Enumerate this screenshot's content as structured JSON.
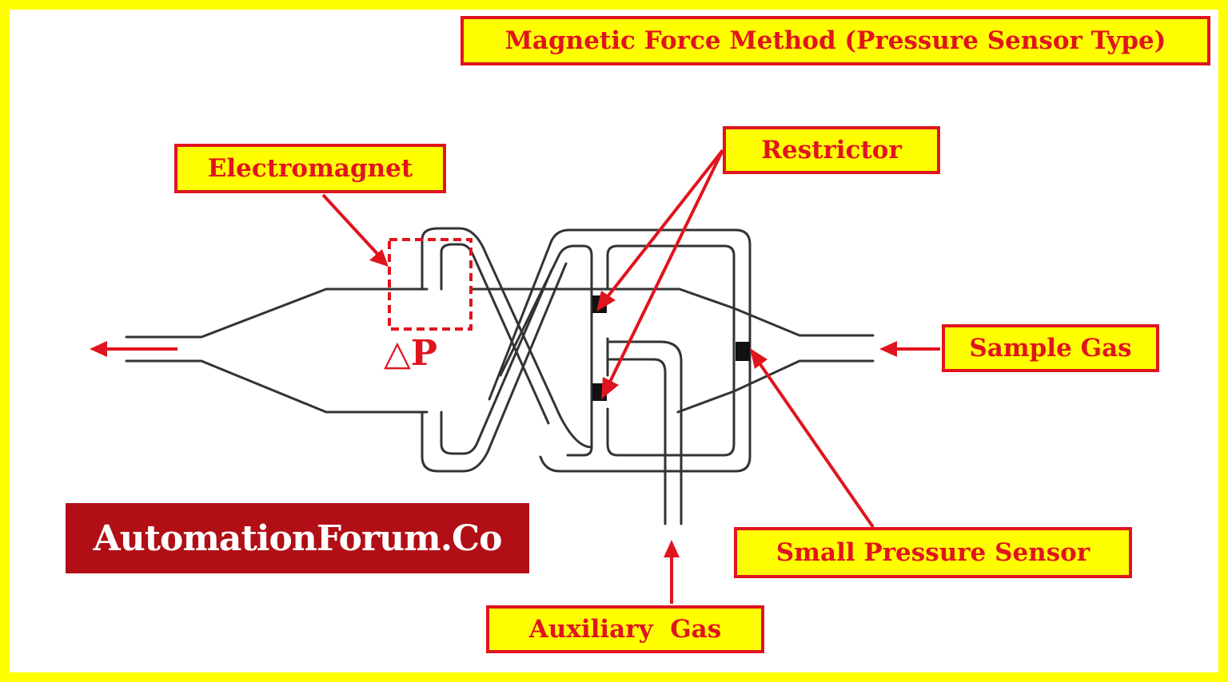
{
  "title": "Magnetic Force Method (Pressure Sensor Type)",
  "labels": {
    "electromagnet": "Electromagnet",
    "restrictor": "Restrictor",
    "sample_gas": "Sample Gas",
    "small_pressure_sensor": "Small Pressure Sensor",
    "auxiliary_gas": "Auxiliary  Gas",
    "delta_p": "△P"
  },
  "watermark": "AutomationForum.Co",
  "colors": {
    "frame": "#ffff00",
    "label_fill": "#ffff00",
    "label_text": "#e0141e",
    "arrow": "#e0141e",
    "watermark_bg": "#b10e16",
    "pipe": "#333333"
  }
}
